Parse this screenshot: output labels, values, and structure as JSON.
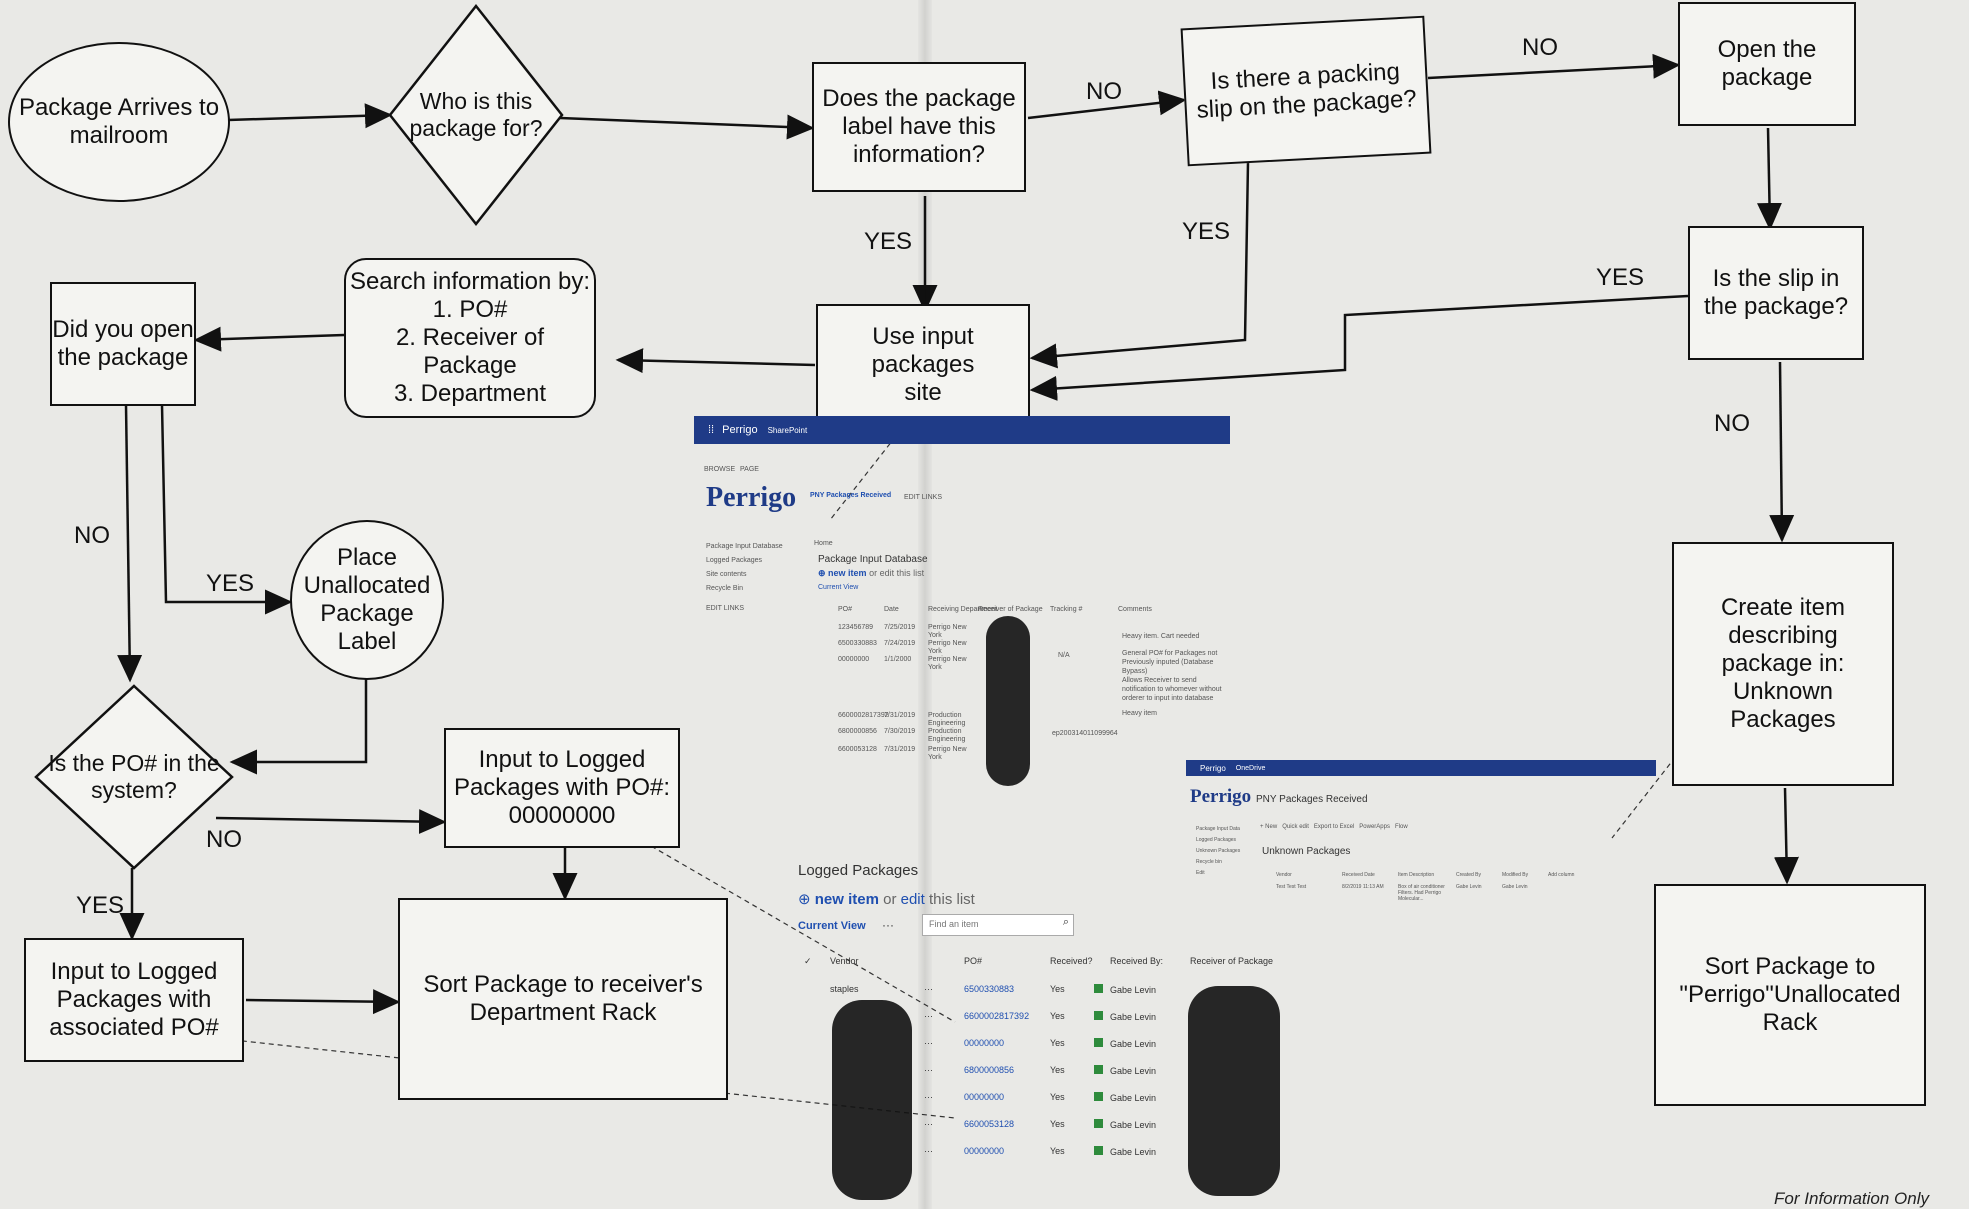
{
  "nodes": {
    "start": "Package Arrives to\nmailroom",
    "who": "Who is this\npackage for?",
    "label_info": "Does the package\nlabel have this\ninformation?",
    "packing_slip": "Is there a packing\nslip on the package?",
    "open_pkg": "Open the\npackage",
    "slip_in": "Is the slip in\nthe package?",
    "input_site": "Use input packages\nsite",
    "search": "Search information by:\n1. PO#\n2. Receiver of Package\n3. Department",
    "did_open": "Did you open\nthe package",
    "place_label": "Place\nUnallocated\nPackage\nLabel",
    "po_system": "Is the PO# in the\nsystem?",
    "logged_zero": "Input to Logged\nPackages with PO#:\n00000000",
    "logged_assoc": "Input to Logged\nPackages with\nassociated PO#",
    "sort_dept": "Sort Package to receiver's\nDepartment Rack",
    "create_item": "Create item\ndescribing\npackage in:\nUnknown\nPackages",
    "sort_unalloc": "Sort Package to\n\"Perrigo\"Unallocated\nRack"
  },
  "edge_labels": {
    "no_label_to_slip": "NO",
    "yes_label_to_site": "YES",
    "no_slip_to_open": "NO",
    "yes_slip_to_site": "YES",
    "yes_slipin_to_site": "YES",
    "no_slipin_to_create": "NO",
    "no_didopen": "NO",
    "yes_didopen": "YES",
    "no_po": "NO",
    "yes_po": "YES"
  },
  "shot_input_db": {
    "brand": "Perrigo",
    "product": "SharePoint",
    "menu": [
      "BROWSE",
      "PAGE"
    ],
    "site_title": "PNY Packages Received",
    "edit_links": "EDIT LINKS",
    "nav": [
      "Package Input Database",
      "Logged Packages",
      "Site contents",
      "Recycle Bin"
    ],
    "nav_edit": "EDIT LINKS",
    "breadcrumb": "Home",
    "list_title": "Package Input Database",
    "new_item": "new item",
    "new_item_rest": "or edit this list",
    "current_view": "Current View",
    "columns": [
      "PO#",
      "Date",
      "Receiving Department",
      "Receiver of Package",
      "Tracking #",
      "Comments"
    ],
    "rows": [
      {
        "po": "123456789",
        "date": "7/25/2019",
        "dept": "Perrigo New York"
      },
      {
        "po": "6500330883",
        "date": "7/24/2019",
        "dept": "Perrigo New York"
      },
      {
        "po": "00000000",
        "date": "1/1/2000",
        "dept": "Perrigo New York"
      },
      {
        "po": "6600002817392",
        "date": "7/31/2019",
        "dept": "Production Engineering"
      },
      {
        "po": "6800000856",
        "date": "7/30/2019",
        "dept": "Production Engineering"
      },
      {
        "po": "6600053128",
        "date": "7/31/2019",
        "dept": "Perrigo New York"
      }
    ],
    "na": "N/A",
    "tracking": "ep200314011099964",
    "comments": [
      "Heavy item. Cart needed",
      "General PO# for Packages not Previously inputed (Database Bypass)",
      "Allows Receiver to send notification to whomever without orderer to input into database",
      "Heavy item"
    ]
  },
  "shot_logged": {
    "title": "Logged Packages",
    "new_item": "new item",
    "or": "or",
    "edit": "edit",
    "this_list": "this list",
    "current_view": "Current View",
    "dots": "···",
    "find_placeholder": "Find an item",
    "columns": [
      "Vendor",
      "PO#",
      "Received?",
      "Received By:",
      "Receiver of Package"
    ],
    "rows": [
      {
        "vendor": "staples",
        "po": "6500330883",
        "received": "Yes",
        "by": "Gabe Levin"
      },
      {
        "vendor": "",
        "po": "6600002817392",
        "received": "Yes",
        "by": "Gabe Levin"
      },
      {
        "vendor": "",
        "po": "00000000",
        "received": "Yes",
        "by": "Gabe Levin"
      },
      {
        "vendor": "",
        "po": "6800000856",
        "received": "Yes",
        "by": "Gabe Levin"
      },
      {
        "vendor": "",
        "po": "00000000",
        "received": "Yes",
        "by": "Gabe Levin"
      },
      {
        "vendor": "",
        "po": "6600053128",
        "received": "Yes",
        "by": "Gabe Levin"
      },
      {
        "vendor": "",
        "po": "00000000",
        "received": "Yes",
        "by": "Gabe Levin"
      }
    ]
  },
  "shot_unknown": {
    "brand": "Perrigo",
    "product": "OneDrive",
    "site_title": "PNY Packages Received",
    "toolbar": [
      "+ New",
      "Quick edit",
      "Export to Excel",
      "PowerApps",
      "Flow"
    ],
    "nav": [
      "Package Input Data",
      "Logged Packages",
      "Unknown Packages",
      "Recycle bin",
      "Edit"
    ],
    "list_title": "Unknown Packages",
    "columns": [
      "Vendor",
      "Received Date",
      "Item Description",
      "Created By",
      "Modified By",
      "Add column"
    ],
    "row": {
      "vendor": "Test Test Test",
      "date": "8/2/2019 11:13 AM",
      "desc": "Box of air conditioner Filters. Had Perrigo Molecular...",
      "created": "Gabe Levin",
      "modified": "Gabe Levin"
    }
  },
  "footer": "For Information Only",
  "colors": {
    "brand_blue": "#1f3b87",
    "link_blue": "#1f4fb0",
    "status_green": "#2e8b3c",
    "paper": "#f4f4f1"
  }
}
